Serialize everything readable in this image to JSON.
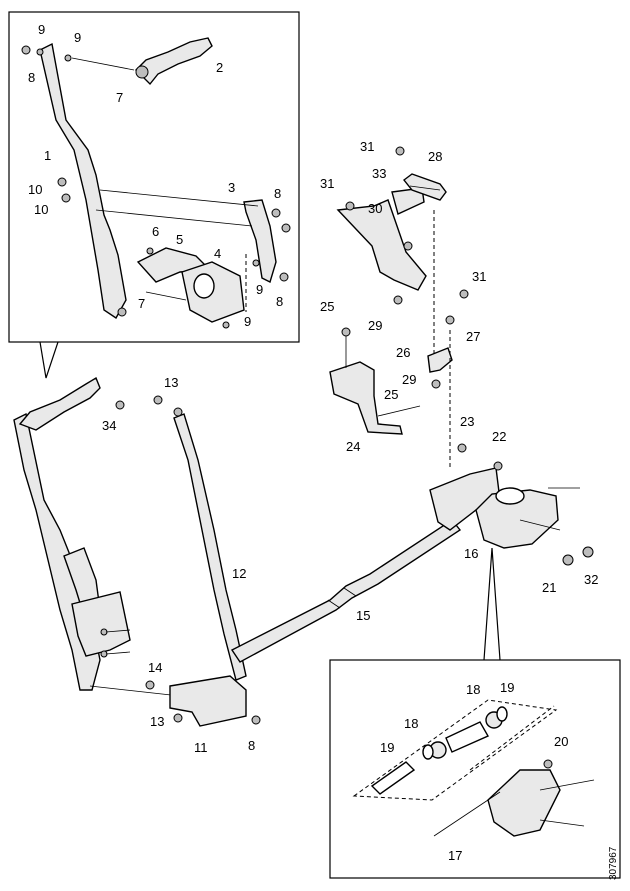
{
  "figure": {
    "document_id": "307967",
    "callouts": {
      "inset_top": [
        "9",
        "9",
        "8",
        "2",
        "7",
        "1",
        "3",
        "8",
        "10",
        "10",
        "6",
        "5",
        "4",
        "9",
        "8",
        "7",
        "9"
      ],
      "main": [
        "31",
        "28",
        "31",
        "33",
        "30",
        "31",
        "29",
        "25",
        "27",
        "26",
        "29",
        "25",
        "23",
        "22",
        "24",
        "13",
        "34",
        "12",
        "16",
        "21",
        "32",
        "15",
        "14",
        "13",
        "11",
        "8"
      ],
      "inset_bottom": [
        "18",
        "19",
        "18",
        "19",
        "20",
        "17"
      ]
    }
  }
}
